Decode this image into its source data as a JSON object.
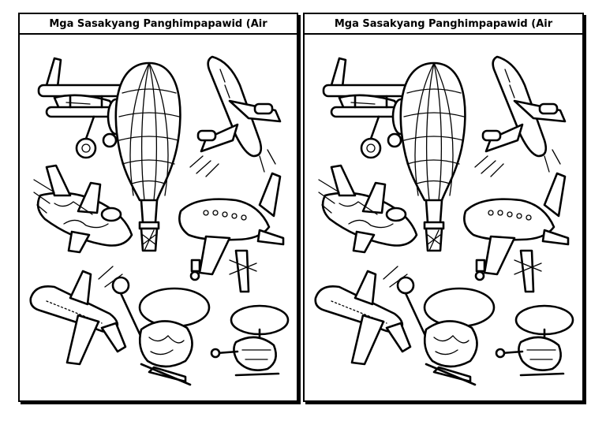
{
  "worksheet": {
    "title": "Mga Sasakyang Panghimpapawid (Air"
  },
  "panels": [
    {
      "id": "left",
      "illustration_icon": "aircraft-coloring-illustration-icon"
    },
    {
      "id": "right",
      "illustration_icon": "aircraft-coloring-illustration-icon"
    }
  ]
}
